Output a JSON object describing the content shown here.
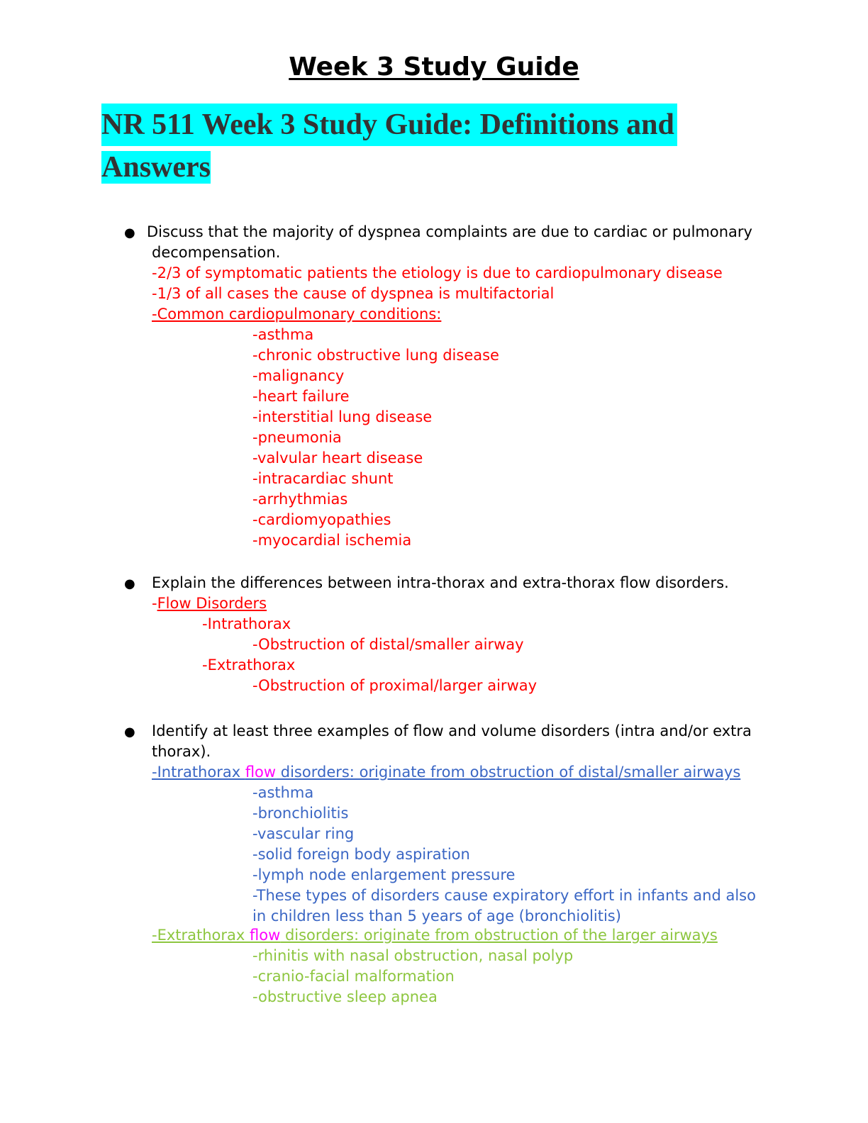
{
  "title": "Week 3 Study Guide",
  "heading": {
    "line1": "NR 511 Week 3 Study Guide: Definitions and",
    "line2": "Answers"
  },
  "bullet_glyph": "●",
  "section1": {
    "question_line1": " Discuss that the majority of dyspnea complaints are due to cardiac or pulmonary",
    "question_line2": "decompensation.",
    "fact1": "-2/3 of symptomatic patients the etiology is due to cardiopulmonary disease",
    "fact2": "-1/3 of all cases the cause of dyspnea is multifactorial",
    "subheading": "-Common cardiopulmonary conditions:",
    "conditions": [
      "-asthma",
      "-chronic obstructive lung disease",
      "-malignancy",
      "-heart failure",
      "-interstitial lung disease",
      "-pneumonia",
      "-valvular heart disease",
      "-intracardiac shunt",
      "-arrhythmias",
      "-cardiomyopathies",
      "-myocardial ischemia"
    ]
  },
  "section2": {
    "question": "Explain the differences between intra-thorax and extra-thorax flow disorders.",
    "dash": "-",
    "flow_disorders": "Flow Disorders",
    "intrathorax": "-Intrathorax",
    "intrathorax_desc": "-Obstruction of distal/smaller airway",
    "extrathorax": "-Extrathorax",
    "extrathorax_desc": "-Obstruction of proximal/larger airway"
  },
  "section3": {
    "question_line1": "Identify at least three examples of flow and volume disorders (intra and/or extra",
    "question_line2": "thorax).",
    "intra_prefix": "-Intrathorax ",
    "flow_word": "flow",
    "intra_suffix": " disorders: originate from obstruction of distal/smaller airways",
    "intra_items": [
      "-asthma",
      "-bronchiolitis",
      "-vascular ring",
      "-solid foreign body aspiration",
      "-lymph node enlargement pressure",
      "-These types of disorders cause expiratory effort in infants and also",
      "in children less than 5 years of age (bronchiolitis)"
    ],
    "extra_prefix": "-Extrathorax ",
    "extra_suffix": " disorders: originate from obstruction of the larger airways",
    "extra_items": [
      "-rhinitis with nasal obstruction, nasal polyp",
      "-cranio-facial malformation",
      "-obstructive sleep apnea"
    ]
  },
  "colors": {
    "highlight": "#00ffff",
    "red": "#ff0000",
    "blue": "#3a66c4",
    "green": "#8dc63f",
    "pink": "#ff00ff"
  }
}
